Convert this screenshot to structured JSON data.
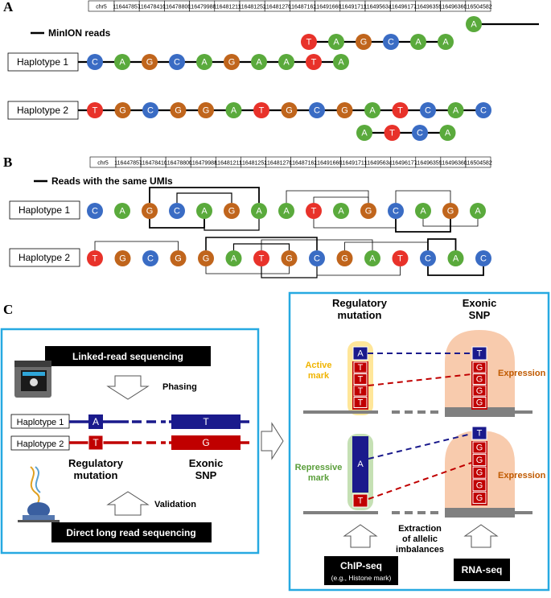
{
  "panelA": {
    "letter": "A",
    "coords": [
      "chr5",
      "116447857",
      "116478410",
      "116478800",
      "116479988",
      "116481211",
      "116481252",
      "116481270",
      "116487162",
      "116491660",
      "116491711",
      "116495634",
      "116496177",
      "116496359",
      "116496360",
      "116504582"
    ],
    "legend": "MinION reads",
    "hap1_label": "Haplotype 1",
    "hap2_label": "Haplotype 2",
    "hap1_seq": [
      "C",
      "A",
      "G",
      "C",
      "A",
      "G",
      "A",
      "A",
      "T",
      "A"
    ],
    "hap2_seq": [
      "T",
      "G",
      "C",
      "G",
      "G",
      "A",
      "T",
      "G",
      "C",
      "G",
      "A",
      "T",
      "C",
      "A",
      "C"
    ],
    "read_top": [
      "T",
      "A",
      "G",
      "C",
      "A",
      "A"
    ],
    "read_top2": [
      "A"
    ],
    "read_bottom": [
      "A",
      "T",
      "C",
      "A"
    ]
  },
  "panelB": {
    "letter": "B",
    "legend": "Reads with the same UMIs",
    "hap1_label": "Haplotype 1",
    "hap2_label": "Haplotype 2",
    "hap1_seq": [
      "C",
      "A",
      "G",
      "C",
      "A",
      "G",
      "A",
      "A",
      "T",
      "A",
      "G",
      "C",
      "A",
      "G",
      "A"
    ],
    "hap2_seq": [
      "T",
      "G",
      "C",
      "G",
      "G",
      "A",
      "T",
      "G",
      "C",
      "G",
      "A",
      "T",
      "C",
      "A",
      "C"
    ]
  },
  "panelC": {
    "letter": "C",
    "linked_read": "Linked-read sequencing",
    "phasing": "Phasing",
    "hap1_label": "Haplotype 1",
    "hap2_label": "Haplotype 2",
    "hap1_allele": "A",
    "hap2_allele": "T",
    "hap1_snp": "T",
    "hap2_snp": "G",
    "reg_mut": "Regulatory\nmutation",
    "exonic_snp": "Exonic\nSNP",
    "validation": "Validation",
    "direct_long": "Direct long read sequencing",
    "right_reg": "Regulatory\nmutation",
    "right_exonic": "Exonic\nSNP",
    "active_mark": "Active\nmark",
    "repressive_mark": "Repressive\nmark",
    "expression1": "Expression",
    "expression2": "Expression",
    "top_allele": "A",
    "top_t_stack": [
      "T",
      "T",
      "T",
      "T"
    ],
    "top_snp": "T",
    "top_g_stack": [
      "G",
      "G",
      "G",
      "G"
    ],
    "bot_allele": "A",
    "bot_t": "T",
    "bot_snp": "T",
    "bot_g_stack": [
      "G",
      "G",
      "G",
      "G",
      "G"
    ],
    "extraction": "Extraction\nof allelic\nimbalances",
    "chipseq": "ChIP-seq",
    "chipseq_sub": "(e.g., Histone mark)",
    "rnaseq": "RNA-seq"
  },
  "colors": {
    "A": "#5aaa3c",
    "C": "#3a6cc4",
    "G": "#c0651c",
    "T": "#e8322a",
    "panel_border": "#27a9e1",
    "blue": "#1a1a8c",
    "red": "#c00000",
    "active": "#f0c84a",
    "repressive": "#a9d08e",
    "expression": "#f4b183"
  }
}
